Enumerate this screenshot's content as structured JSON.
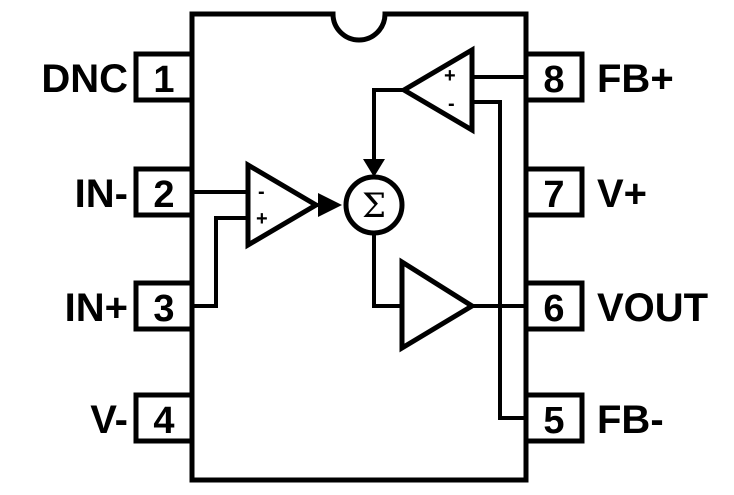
{
  "pins": [
    {
      "number": "1",
      "label": "DNC"
    },
    {
      "number": "2",
      "label": "IN-"
    },
    {
      "number": "3",
      "label": "IN+"
    },
    {
      "number": "4",
      "label": "V-"
    },
    {
      "number": "5",
      "label": "FB-"
    },
    {
      "number": "6",
      "label": "VOUT"
    },
    {
      "number": "7",
      "label": "V+"
    },
    {
      "number": "8",
      "label": "FB+"
    }
  ],
  "amp_input": {
    "minus": "-",
    "plus": "+"
  },
  "amp_feedback": {
    "plus": "+",
    "minus": "-"
  },
  "summer": {
    "symbol": "Σ"
  },
  "colors": {
    "ink": "#000000",
    "background": "#ffffff"
  }
}
